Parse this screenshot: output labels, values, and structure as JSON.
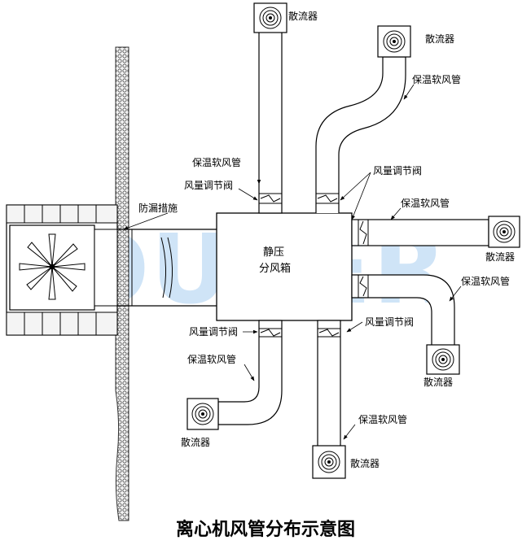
{
  "diagram": {
    "title": "离心机风管分布示意图",
    "watermark": "OUBER",
    "box_label_line1": "静压",
    "box_label_line2": "分风箱",
    "label_fanglou": "防漏措施",
    "labels_diffuser": [
      "散流器",
      "散流器",
      "散流器",
      "散流器",
      "散流器",
      "散流器"
    ],
    "labels_flexduct": [
      "保温软风管",
      "保温软风管",
      "保温软风管",
      "保温软风管",
      "保温软风管",
      "保温软风管"
    ],
    "labels_damper": [
      "风量调节阀",
      "风量调节阀",
      "风量调节阀",
      "风量调节阀"
    ]
  },
  "colors": {
    "watermark": "#cfe4f7",
    "line": "#000000",
    "wall_fill": "#8a8a8a"
  }
}
